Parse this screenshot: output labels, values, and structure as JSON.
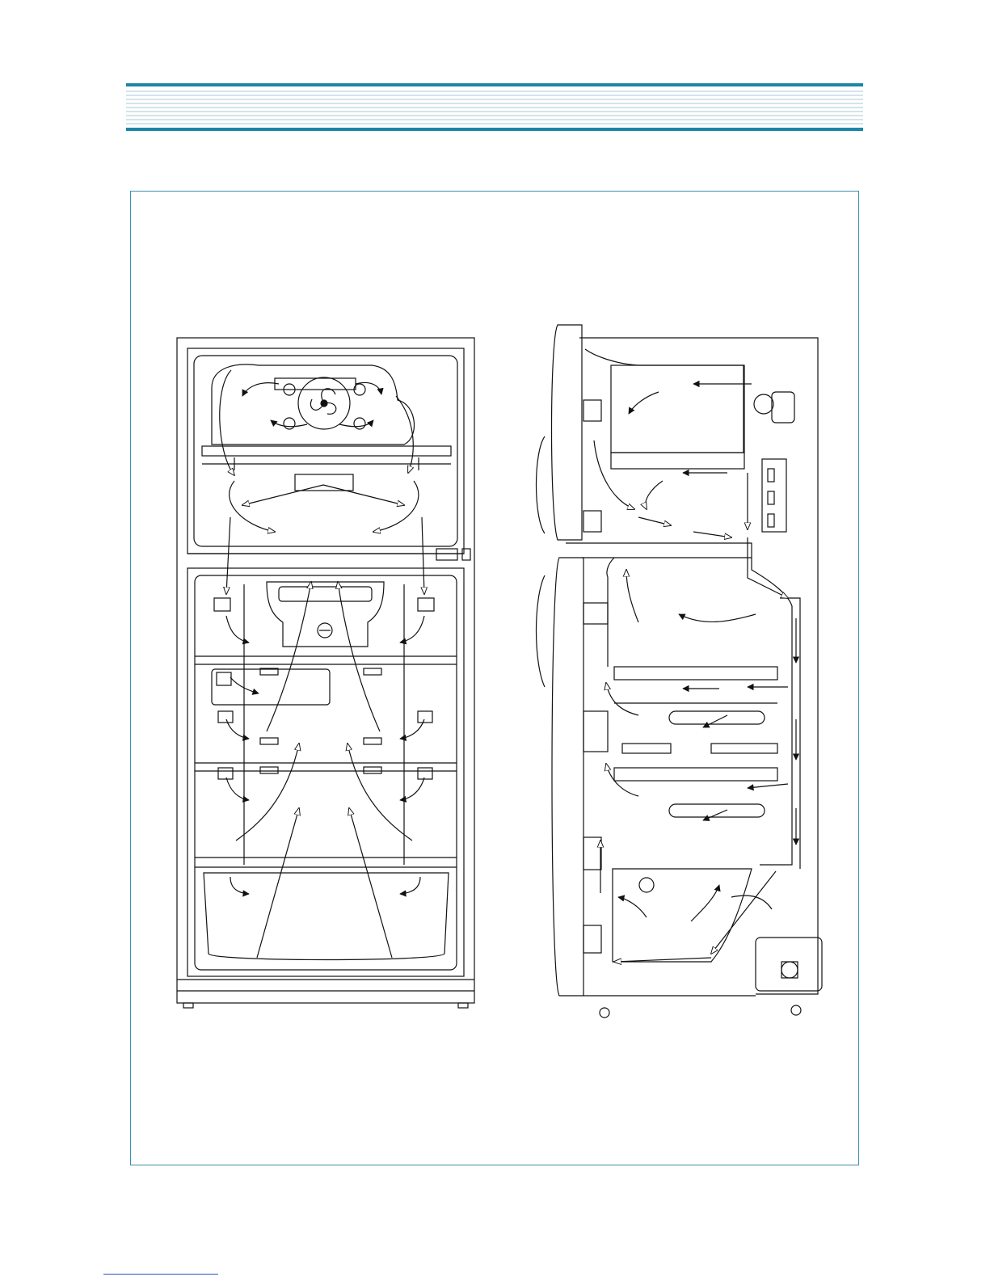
{
  "page": {
    "header_band": {
      "accent_color": "#1a86a8",
      "stripe_color": "#a9c8d6"
    },
    "frame_color": "#3d8fae",
    "footer_rule_color": "#3050c8"
  },
  "figure": {
    "views": [
      {
        "id": "front-view",
        "icon": "refrigerator-front-airflow-diagram"
      },
      {
        "id": "side-view",
        "icon": "refrigerator-side-section-airflow-diagram"
      }
    ]
  }
}
